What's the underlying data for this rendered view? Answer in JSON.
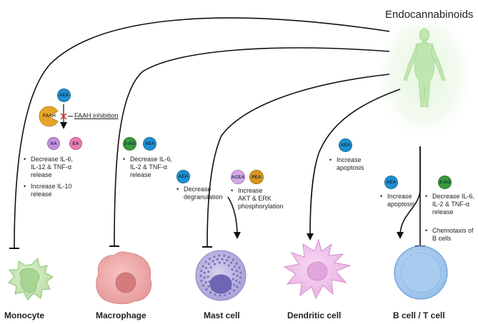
{
  "title": "Endocannabinoids",
  "cells": {
    "monocyte": "Monocyte",
    "macrophage": "Macrophage",
    "mast": "Mast cell",
    "dendritic": "Dendritic cell",
    "bt": "B cell / T cell"
  },
  "faah": {
    "enzyme": "FAAH",
    "label": "FAAH inhibition"
  },
  "molecules": {
    "aea": "AEA",
    "ag": "2-AG",
    "aa": "AA",
    "ea": "EA",
    "acea": "ACEA",
    "pea": "PEA"
  },
  "effects": {
    "monocyte": [
      "Decrease IL-6,\nIL-12 & TNF-α\nrelease",
      "Increase IL-10\nrelease"
    ],
    "macrophage": [
      "Decrease IL-6,\nIL-2 & TNF-α\nrelease"
    ],
    "mast_aea": [
      "Decrease\ndegranulation"
    ],
    "mast_acea": [
      "Increase\nAKT & ERK\nphosphorylation"
    ],
    "dendritic": [
      "Increase\napoptosis"
    ],
    "bt_aea": [
      "Increase\napoptosis"
    ],
    "bt_2ag": [
      "Decrease IL-6,\nIL-2 & TNF-α\nrelease",
      "Chemotaxis of\nB cells"
    ]
  },
  "bullet": "•",
  "colors": {
    "aea": "#1e8fd0",
    "ag": "#3a9a3a",
    "aa": "#c690e0",
    "ea": "#ee7ab0",
    "acea": "#d8a8ec",
    "pea": "#d9961a",
    "faah": "#e6a52a",
    "human": "#bfe5b0"
  }
}
